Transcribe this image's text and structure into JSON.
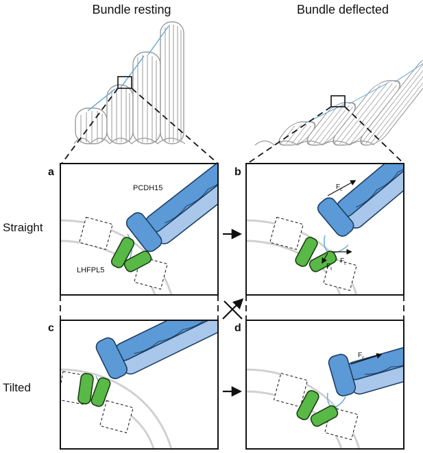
{
  "columns": {
    "left_title": "Bundle resting",
    "right_title": "Bundle deflected"
  },
  "rows": {
    "top_label": "Straight",
    "bottom_label": "Tilted"
  },
  "panels": {
    "a": {
      "letter": "a",
      "protein_top": "PCDH15",
      "protein_bottom": "LHFPL5"
    },
    "b": {
      "letter": "b",
      "force_c": "F",
      "force_c_sub": "c",
      "force_t": "F",
      "force_t_sub": "t"
    },
    "c": {
      "letter": "c"
    },
    "d": {
      "letter": "d",
      "force_c": "F",
      "force_c_sub": "c"
    }
  },
  "colors": {
    "green": "#58b947",
    "blue_dark": "#5b9ad6",
    "blue_light": "#a8c7ea",
    "tip_link": "#6aaad6",
    "membrane": "#d0d0d0",
    "stereocilia": "#9a9a9a"
  }
}
